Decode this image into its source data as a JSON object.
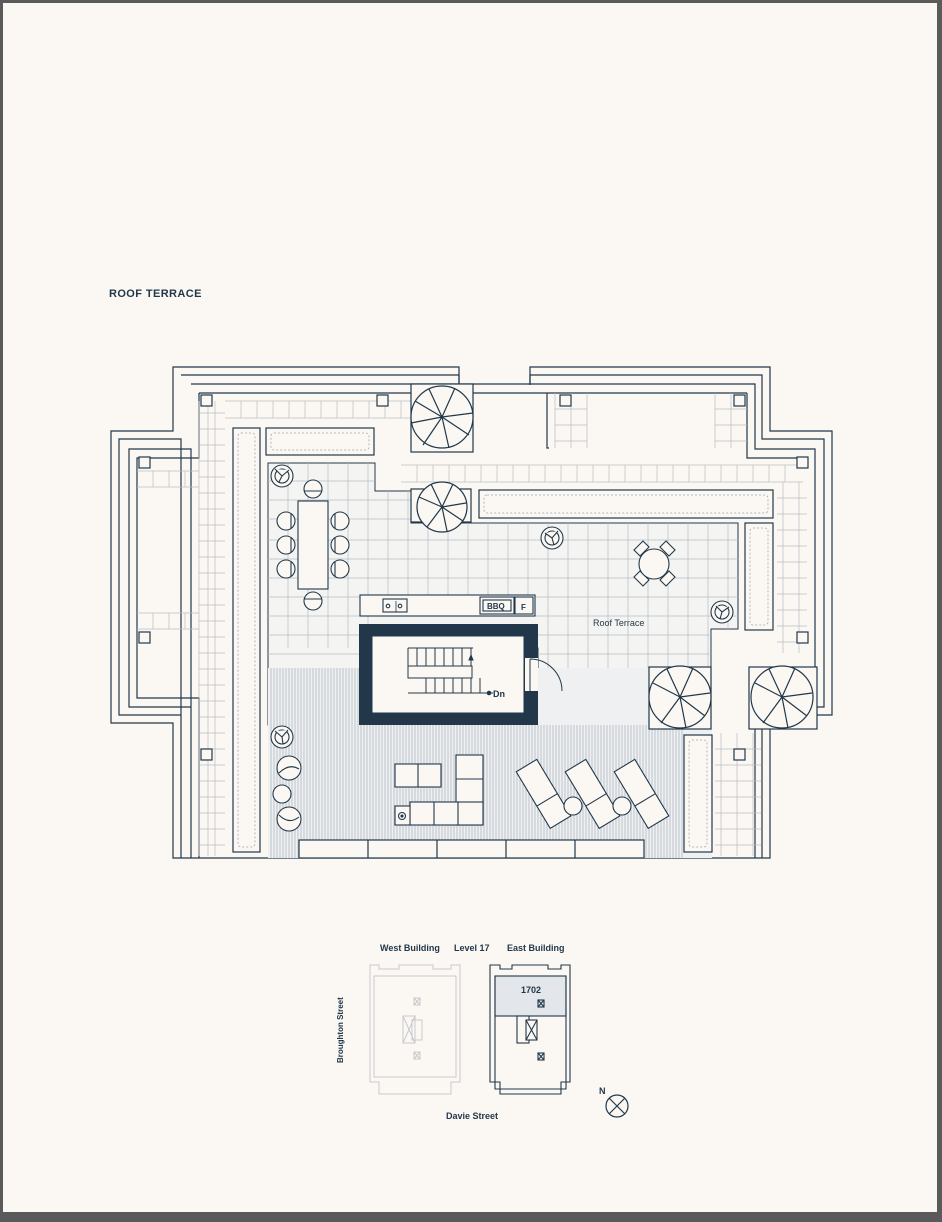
{
  "page_title": "ROOF TERRACE",
  "labels": {
    "roof_terrace": "Roof Terrace",
    "bbq": "BBQ",
    "fridge": "F",
    "stair_down": "Dn"
  },
  "key_plan": {
    "west_building": "West Building",
    "level": "Level 17",
    "east_building": "East Building",
    "unit": "1702",
    "side_street": "Broughton Street",
    "front_street": "Davie Street",
    "north": "N"
  },
  "colors": {
    "ink": "#22384a",
    "paving_line": "#b8bcc4",
    "background": "#fbf8f3",
    "frame": "#5a5a5a",
    "key_plan_faded": "#c8c9cc",
    "unit_highlight": "#e3e6ea"
  }
}
